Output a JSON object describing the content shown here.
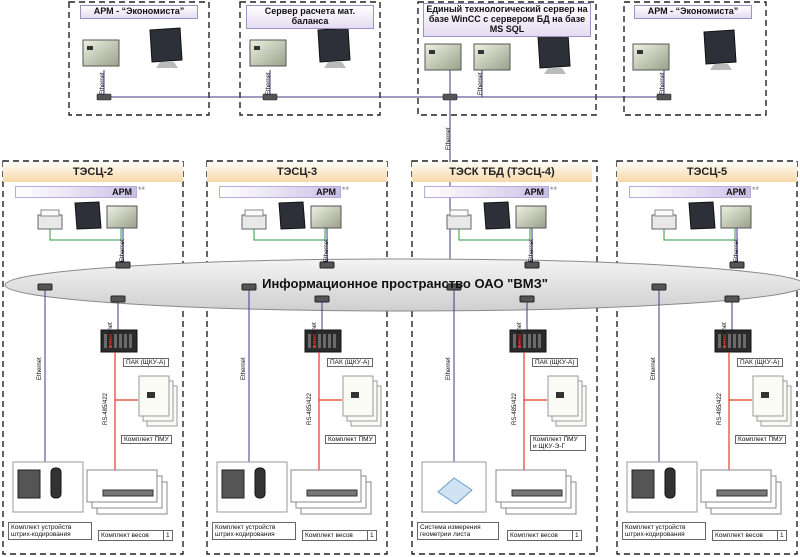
{
  "top_boxes": [
    {
      "title": "АРМ - “Экономиста”"
    },
    {
      "title": "Сервер расчета мат. баланса"
    },
    {
      "title": "Единый технологический сервер на базе WinCC с сервером БД на базе MS SQL"
    },
    {
      "title": "АРМ - “Экономиста”"
    }
  ],
  "backbone_label": "Ethernet",
  "cloud_label": "Информационное пространство ОАО \"ВМЗ\"",
  "sections": [
    {
      "title": "ТЭСЦ-2",
      "arm": "АРМ",
      "arm_mark": "**",
      "plc": "ПАК (ЩКУ-А)",
      "rs": "RS-485/422",
      "pmu": "Комплект ПМУ",
      "left_device": "Комплект устройств штрих-кодирования",
      "scales": "Комплект весов",
      "scales_count": "1",
      "eth": "Ethernet"
    },
    {
      "title": "ТЭСЦ-3",
      "arm": "АРМ",
      "arm_mark": "**",
      "plc": "ПАК (ЩКУ-А)",
      "rs": "RS-485/422",
      "pmu": "Комплект ПМУ",
      "left_device": "Комплект устройств штрих-кодирования",
      "scales": "Комплект весов",
      "scales_count": "1",
      "eth": "Ethernet"
    },
    {
      "title": "ТЭСК ТБД (ТЭСЦ-4)",
      "arm": "АРМ",
      "arm_mark": "**",
      "plc": "ПАК (ЩКУ-А)",
      "rs": "RS-485/422",
      "pmu": "Комплект ПМУ и ЩКУ-Э-Г",
      "left_device": "Система измерения геометрии листа",
      "scales": "Комплект весов",
      "scales_count": "1",
      "eth": "Ethernet"
    },
    {
      "title": "ТЭСЦ-5",
      "arm": "АРМ",
      "arm_mark": "**",
      "plc": "ПАК (ЩКУ-А)",
      "rs": "RS-485/422",
      "pmu": "Комплект ПМУ",
      "left_device": "Комплект устройств штрих-кодирования",
      "scales": "Комплект весов",
      "scales_count": "1",
      "eth": "Ethernet"
    }
  ],
  "colors": {
    "ethernet_line": "#3f3a8a",
    "rs_line": "#e23a2a",
    "arm_link": "#2f9a3c",
    "section_title": "#f7d7a8",
    "top_title": "#e4dcf2",
    "cloud": "#dcdcdc"
  }
}
